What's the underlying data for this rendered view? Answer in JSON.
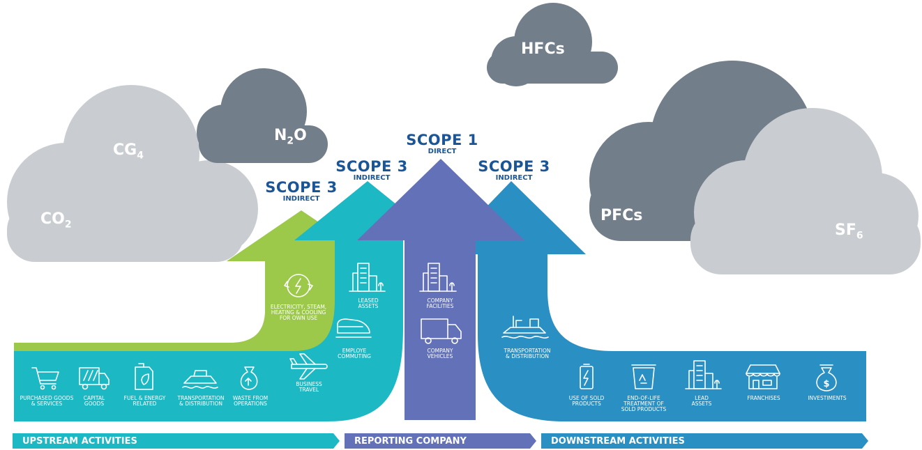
{
  "colors": {
    "green": "#9cc94a",
    "teal": "#1cb8c4",
    "purple": "#6271b8",
    "blue": "#2a8fc2",
    "cloud_dark": "#727e8a",
    "cloud_light": "#c9cdd1",
    "scope_text": "#1a5597"
  },
  "gases": {
    "cg4": {
      "base": "CG",
      "sub": "4"
    },
    "co2": {
      "base": "CO",
      "sub": "2"
    },
    "n2o": {
      "base": "N",
      "sub": "2",
      "tail": "O"
    },
    "hfcs": {
      "base": "HFCs"
    },
    "pfcs": {
      "base": "PFCs"
    },
    "sf6": {
      "base": "SF",
      "sub": "6"
    }
  },
  "scopes": {
    "scope3_left": {
      "title": "SCOPE 3",
      "sub": "INDIRECT"
    },
    "scope3_mid": {
      "title": "SCOPE 3",
      "sub": "INDIRECT"
    },
    "scope1": {
      "title": "SCOPE 1",
      "sub": "DIRECT"
    },
    "scope3_right": {
      "title": "SCOPE 3",
      "sub": "INDIRECT"
    }
  },
  "upstream": {
    "purchased": [
      "PURCHASED GOODS",
      "& SERVICES"
    ],
    "capital": [
      "CAPITAL",
      "GOODS"
    ],
    "fuel": [
      "FUEL & ENERGY",
      "RELATED"
    ],
    "transport": [
      "TRANSPORTATION",
      "& DISTRIBUTION"
    ],
    "waste": [
      "WASTE FROM",
      "OPERATIONS"
    ],
    "business": [
      "BUSINESS",
      "TRAVEL"
    ],
    "electricity": [
      "ELECTRICITY, STEAM,",
      "HEATING & COOLING",
      "FOR OWN USE"
    ],
    "leased": [
      "LEASED",
      "ASSETS"
    ],
    "employee": [
      "EMPLOYE",
      "COMMUTING"
    ]
  },
  "reporting": {
    "facilities": [
      "COMPANY",
      "FACILITIES"
    ],
    "vehicles": [
      "COMPANY",
      "VEHICLES"
    ]
  },
  "downstream": {
    "transport": [
      "TRANSPORTATION",
      "& DISTRIBUTION"
    ],
    "use": [
      "USE OF SOLD",
      "PRODUCTS"
    ],
    "eol": [
      "END-OF-LIFE",
      "TREATMENT OF",
      "SOLD PRODUCTS"
    ],
    "lead": [
      "LEAD",
      "ASSETS"
    ],
    "franchises": [
      "FRANCHISES"
    ],
    "investments": [
      "INVESTIMENTS"
    ]
  },
  "banners": {
    "upstream": "UPSTREAM ACTIVITIES",
    "reporting": "REPORTING COMPANY",
    "downstream": "DOWNSTREAM ACTIVITIES"
  }
}
